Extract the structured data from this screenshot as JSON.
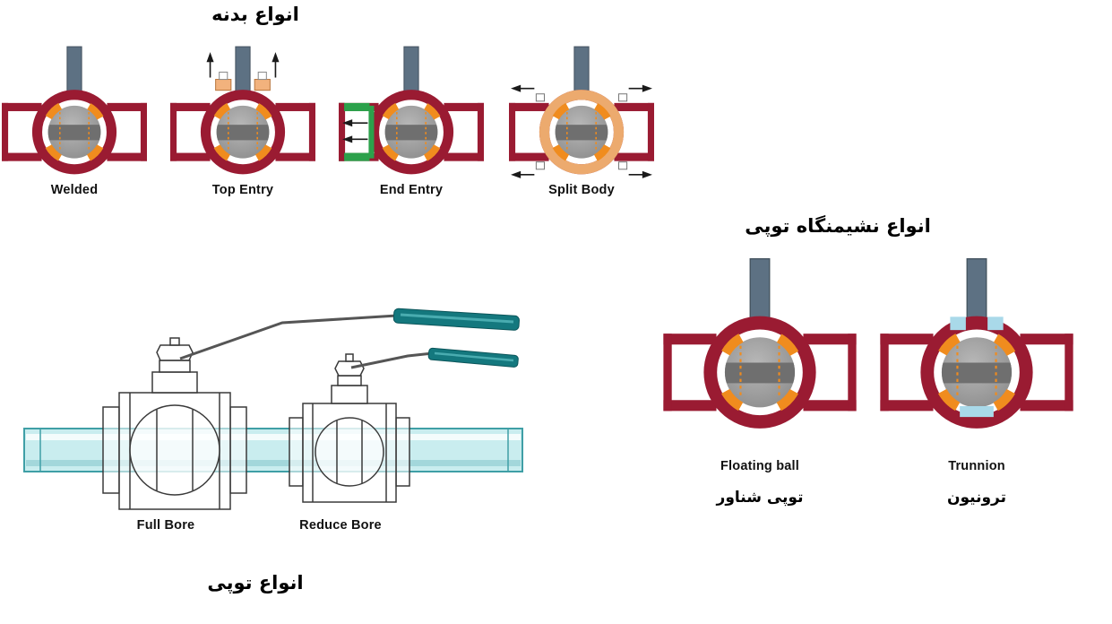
{
  "body_types": {
    "title": "انواع بدنه",
    "items": [
      {
        "label": "Welded"
      },
      {
        "label": "Top Entry"
      },
      {
        "label": "End Entry"
      },
      {
        "label": "Split Body"
      }
    ]
  },
  "seat_types": {
    "title": "انواع نشیمنگاه توپی",
    "items": [
      {
        "label_en": "Floating ball",
        "label_fa": "توپی شناور"
      },
      {
        "label_en": "Trunnion",
        "label_fa": "ترونیون"
      }
    ]
  },
  "bore_types": {
    "title": "انواع توپی",
    "items": [
      {
        "label": "Full Bore"
      },
      {
        "label": "Reduce Bore"
      }
    ]
  },
  "colors": {
    "valve_body_red": "#9a1b32",
    "seat_orange": "#f08c1e",
    "stem_slate": "#5d7183",
    "split_body_tan": "#ecaa6e",
    "end_entry_green": "#2ca14b",
    "trunnion_blue": "#a9d9e9",
    "pipe_teal_fill": "#c9edef",
    "handle_teal": "#14787e",
    "ball_gray": "#989898"
  }
}
